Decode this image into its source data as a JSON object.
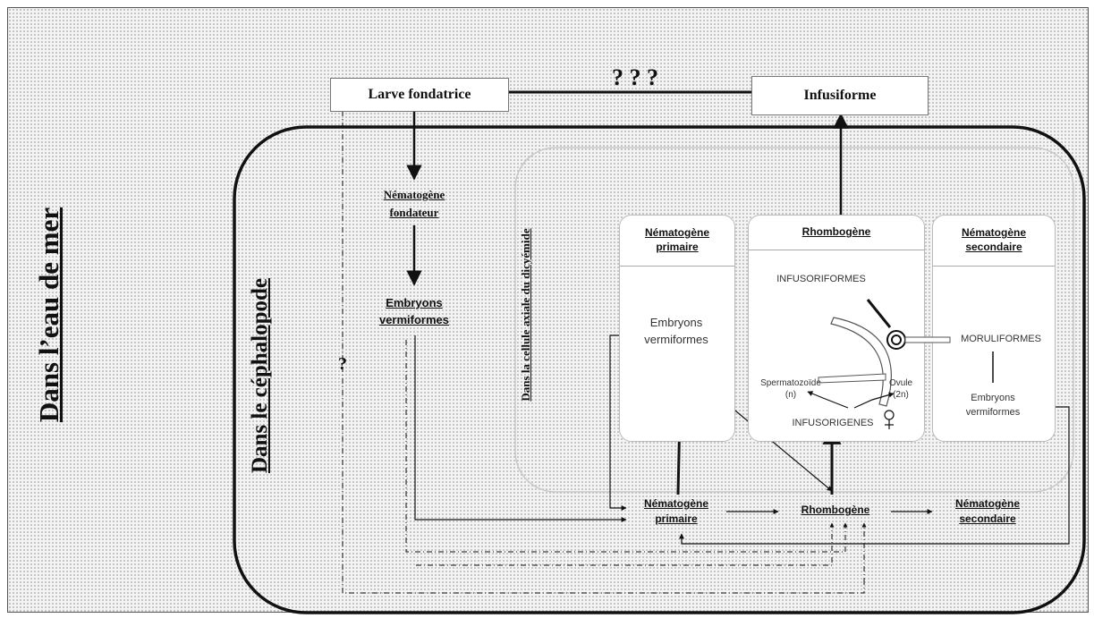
{
  "outer_title": "Dans l’eau de mer",
  "host_title": "Dans le céphalopode",
  "axial_title": "Dans la cellule axiale du dicyémide",
  "top": {
    "larve": "Larve fondatrice",
    "infusiforme": "Infusiforme",
    "question": "? ? ?"
  },
  "left_column": {
    "nematogene_fondateur_line1": "Nématogène",
    "nematogene_fondateur_line2": "fondateur",
    "embryons_line1": "Embryons",
    "embryons_line2": "vermiformes",
    "question": "?"
  },
  "panels": {
    "primaire": {
      "head_line1": "Nématogène",
      "head_line2": "primaire",
      "content_line1": "Embryons",
      "content_line2": "vermiformes"
    },
    "rhombogene": {
      "head": "Rhombogène",
      "infusoriformes": "INFUSORIFORMES",
      "spermatozoide": "Spermatozoïde",
      "sperm_ploidy": "(n)",
      "ovule": "Ovule",
      "ovule_ploidy": "(2n)",
      "infusorigenes": "INFUSORIGENES"
    },
    "secondaire": {
      "head_line1": "Nématogène",
      "head_line2": "secondaire",
      "moruliformes": "MORULIFORMES",
      "content_line1": "Embryons",
      "content_line2": "vermiformes"
    }
  },
  "bottom_row": {
    "primaire_line1": "Nématogène",
    "primaire_line2": "primaire",
    "rhombogene": "Rhombogène",
    "secondaire_line1": "Nématogène",
    "secondaire_line2": "secondaire"
  },
  "colors": {
    "line": "#111111",
    "panel_border": "#bbbbbb",
    "dots": "#b5b5b5"
  }
}
